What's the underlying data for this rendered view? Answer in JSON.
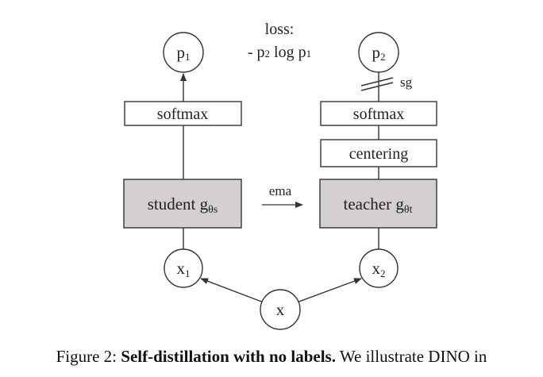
{
  "loss": {
    "title": "loss:",
    "formula": {
      "sign": "- ",
      "p": "p",
      "sub1": "2",
      "log": " log ",
      "p2": "p",
      "sub2": "1"
    }
  },
  "student_branch": {
    "output": {
      "base": "p",
      "sub": "1"
    },
    "softmax": "softmax",
    "network": {
      "prefix": "student ",
      "g": "g",
      "theta": "θ",
      "param": "s"
    },
    "input": {
      "base": "x",
      "sub": "1"
    }
  },
  "teacher_branch": {
    "output": {
      "base": "p",
      "sub": "2"
    },
    "stop_grad": "sg",
    "softmax": "softmax",
    "centering": "centering",
    "network": {
      "prefix": "teacher ",
      "g": "g",
      "theta": "θ",
      "param": "t"
    },
    "input": {
      "base": "x",
      "sub": "2"
    }
  },
  "ema_label": "ema",
  "image_input": "x",
  "caption": {
    "prefix": "Figure 2: ",
    "bold": "Self-distillation with no labels.",
    "rest": " We illustrate DINO in"
  },
  "colors": {
    "network_fill": "#d3d0cf",
    "box_stroke": "#333333",
    "line": "#333333"
  }
}
